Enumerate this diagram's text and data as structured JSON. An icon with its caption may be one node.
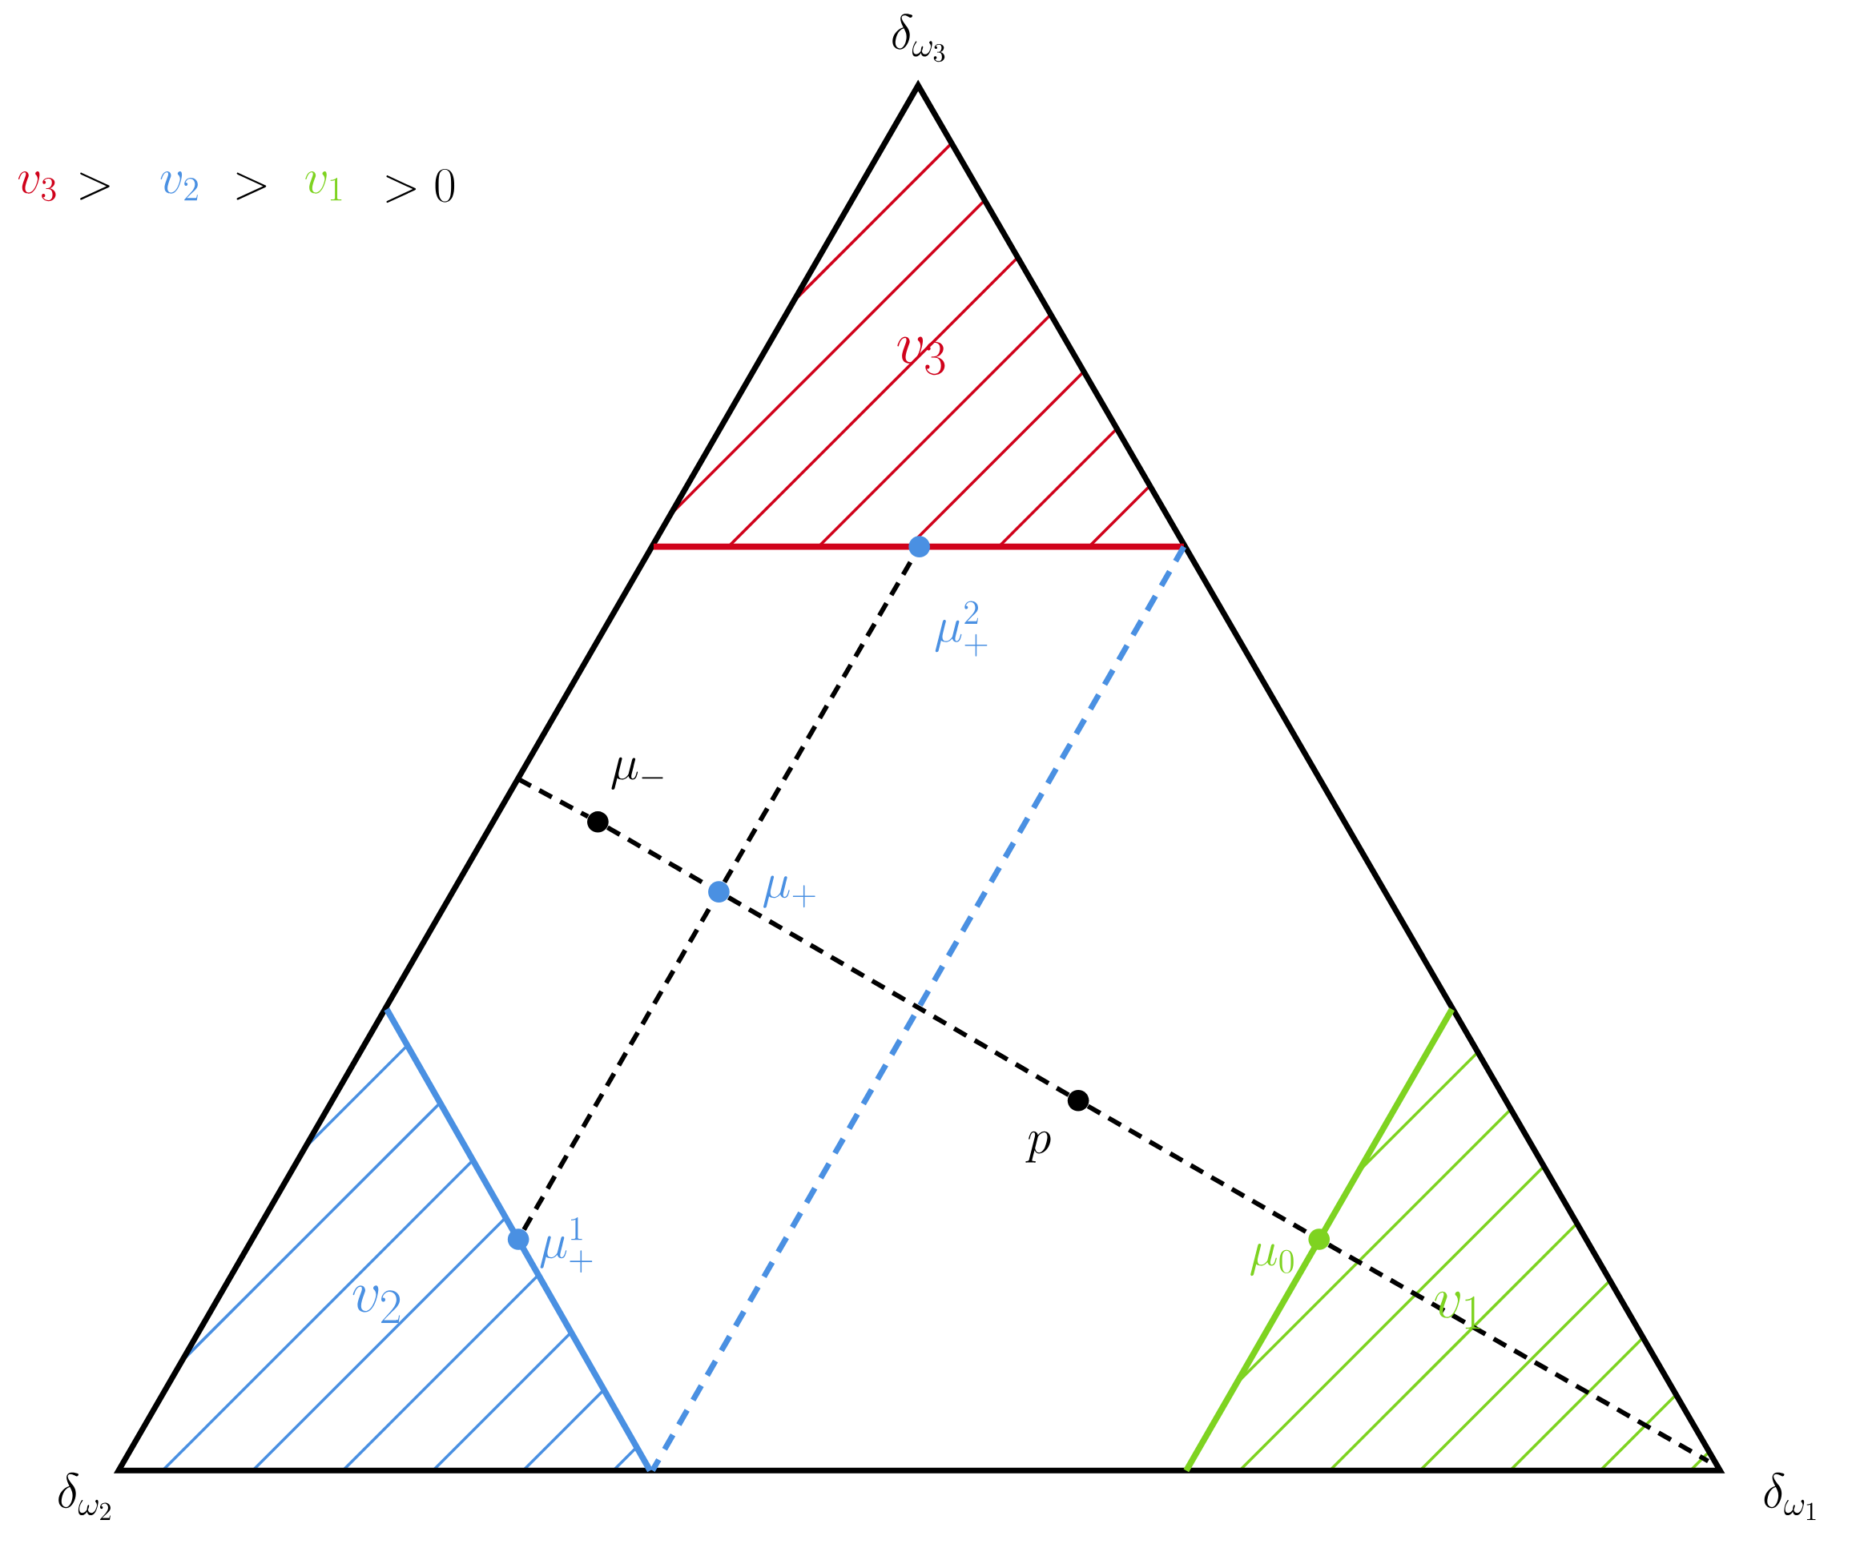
{
  "diagram": {
    "nodes": [
      {
        "text": [],
        "shape": "circle",
        "beside": [
          "\\mu_{+}^{2}"
        ]
      },
      {
        "text": [],
        "shape": "circle",
        "beside": [
          "\\mu_{-}"
        ]
      },
      {
        "text": [],
        "shape": "circle",
        "beside": [
          "\\mu_{+}"
        ]
      },
      {
        "text": [],
        "shape": "circle",
        "beside": [
          "\\mu_{+}^{1}"
        ]
      },
      {
        "text": [],
        "shape": "circle",
        "beside": [
          "p"
        ]
      },
      {
        "text": [],
        "shape": "circle",
        "beside": [
          "\\mu_{0}"
        ]
      }
    ],
    "edges": [
      {
        "from": null,
        "to": 1,
        "arrow": "none",
        "style": "dashed"
      },
      {
        "from": 1,
        "to": 2,
        "arrow": "none",
        "style": "dashed"
      },
      {
        "from": 2,
        "to": 4,
        "arrow": "none",
        "style": "dashed"
      },
      {
        "from": 4,
        "to": 5,
        "arrow": "none",
        "style": "dashed"
      },
      {
        "from": 5,
        "to": null,
        "arrow": "none",
        "style": "dashed"
      },
      {
        "from": 3,
        "to": 2,
        "arrow": "none",
        "style": "dashed"
      },
      {
        "from": 2,
        "to": 0,
        "arrow": "none",
        "style": "dashed"
      }
    ],
    "labels": [
      "v_3",
      ">",
      "v_2",
      ">",
      "v_1",
      "> 0",
      "\\delta_{\\omega_3}",
      "v_3",
      "v_2",
      "v_1",
      "\\delta_{\\omega_2}",
      "\\delta_{\\omega_1}"
    ]
  }
}
